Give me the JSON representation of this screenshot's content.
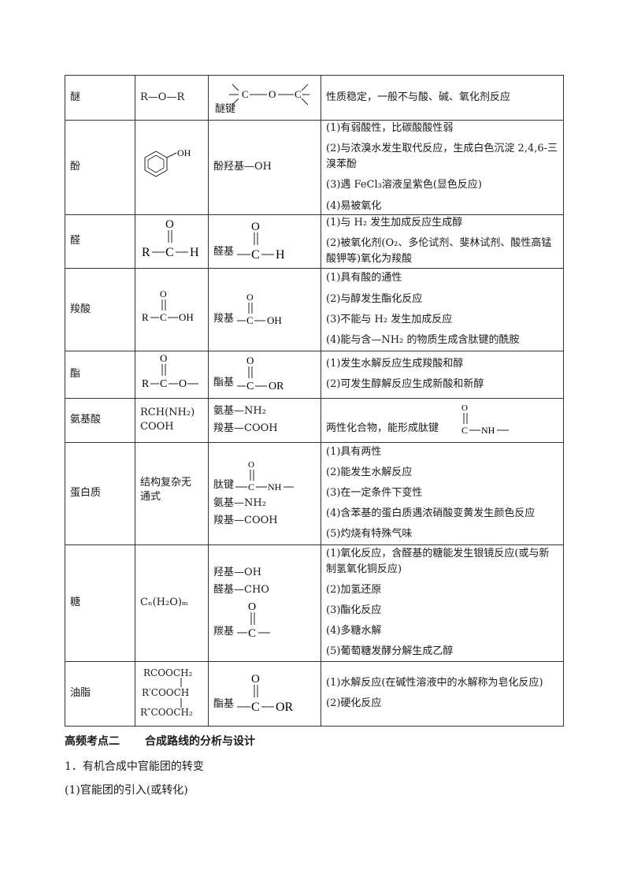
{
  "rows": [
    {
      "name": "醚",
      "formula": "R—O—R",
      "group_label": "醚键",
      "properties": [
        "性质稳定，一般不与酸、碱、氧化剂反应"
      ]
    },
    {
      "name": "酚",
      "formula_oh": "OH",
      "group_label": "酚羟基—OH",
      "properties": [
        "(1)有弱酸性，比碳酸酸性弱",
        "(2)与浓溴水发生取代反应，生成白色沉淀 2,4,6-三溴苯酚",
        "(3)遇 FeCl₃溶液呈紫色(显色反应)",
        "(4)易被氧化"
      ]
    },
    {
      "name": "醛",
      "group_label": "醛基",
      "properties": [
        "(1)与 H₂ 发生加成反应生成醇",
        "(2)被氧化剂(O₂、多伦试剂、斐林试剂、酸性高锰酸钾等)氧化为羧酸"
      ]
    },
    {
      "name": "羧酸",
      "group_label": "羧基",
      "properties": [
        "(1)具有酸的通性",
        "(2)与醇发生酯化反应",
        "(3)不能与 H₂ 发生加成反应",
        "(4)能与含—NH₂ 的物质生成含肽键的酰胺"
      ]
    },
    {
      "name": "酯",
      "group_label": "酯基",
      "properties": [
        "(1)发生水解反应生成羧酸和醇",
        "(2)可发生醇解反应生成新酸和新醇"
      ]
    },
    {
      "name": "氨基酸",
      "formula": "RCH(NH₂)COOH",
      "groups": [
        "氨基—NH₂",
        "羧基—COOH"
      ],
      "properties_text": "两性化合物，能形成肽键"
    },
    {
      "name": "蛋白质",
      "formula": "结构复杂无通式",
      "group_label": "肽键",
      "groups": [
        "氨基—NH₂",
        "羧基—COOH"
      ],
      "properties": [
        "(1)具有两性",
        "(2)能发生水解反应",
        "(3)在一定条件下变性",
        "(4)含苯基的蛋白质遇浓硝酸变黄发生颜色反应",
        "(5)灼烧有特殊气味"
      ]
    },
    {
      "name": "糖",
      "formula": "Cₙ(H₂O)ₘ",
      "groups": [
        "羟基—OH",
        "醛基—CHO"
      ],
      "group_label": "羰基",
      "properties": [
        "(1)氧化反应，含醛基的糖能发生银镜反应(或与新制氢氧化铜反应)",
        "(2)加氢还原",
        "(3)酯化反应",
        "(4)多糖水解",
        "(5)葡萄糖发酵分解生成乙醇"
      ]
    },
    {
      "name": "油脂",
      "formula_lines": [
        "RCOOCH₂",
        "R′COOCH",
        "R″COOCH₂"
      ],
      "group_label": "酯基",
      "properties": [
        "(1)水解反应(在碱性溶液中的水解称为皂化反应)",
        "(2)硬化反应"
      ]
    }
  ],
  "section": {
    "title": "高频考点二",
    "subtitle": "合成路线的分析与设计",
    "item1": "1．有机合成中官能团的转变",
    "item1_sub": "(1)官能团的引入(或转化)"
  }
}
